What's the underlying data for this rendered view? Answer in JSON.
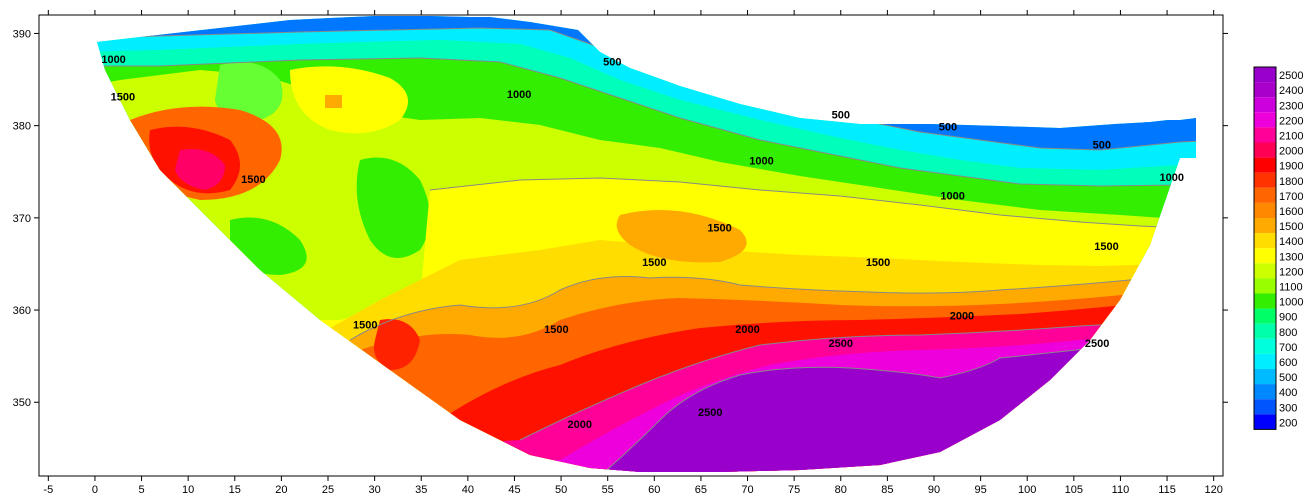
{
  "chart_data": {
    "type": "heatmap",
    "subtype": "filled-contour",
    "title": "",
    "xlabel": "",
    "ylabel": "",
    "xlim": [
      -6,
      121
    ],
    "ylim": [
      342,
      392
    ],
    "x_ticks": [
      -5,
      0,
      5,
      10,
      15,
      20,
      25,
      30,
      35,
      40,
      45,
      50,
      55,
      60,
      65,
      70,
      75,
      80,
      85,
      90,
      95,
      100,
      105,
      110,
      115,
      120
    ],
    "y_ticks": [
      350,
      360,
      370,
      380,
      390
    ],
    "grid": false,
    "legend_position": "right",
    "color_scale": [
      {
        "value": 2500,
        "color": "#9900CC"
      },
      {
        "value": 2400,
        "color": "#AA00CC"
      },
      {
        "value": 2300,
        "color": "#CC00DD"
      },
      {
        "value": 2200,
        "color": "#EE00DD"
      },
      {
        "value": 2100,
        "color": "#FF0099"
      },
      {
        "value": 2000,
        "color": "#FF0055"
      },
      {
        "value": 1900,
        "color": "#FF0000"
      },
      {
        "value": 1800,
        "color": "#FF3300"
      },
      {
        "value": 1700,
        "color": "#FF6600"
      },
      {
        "value": 1600,
        "color": "#FF8800"
      },
      {
        "value": 1500,
        "color": "#FFAA00"
      },
      {
        "value": 1400,
        "color": "#FFDD00"
      },
      {
        "value": 1300,
        "color": "#FFFF00"
      },
      {
        "value": 1200,
        "color": "#CCFF00"
      },
      {
        "value": 1100,
        "color": "#99FF00"
      },
      {
        "value": 1000,
        "color": "#33EE00"
      },
      {
        "value": 900,
        "color": "#00FF66"
      },
      {
        "value": 800,
        "color": "#00FFAA"
      },
      {
        "value": 700,
        "color": "#00FFDD"
      },
      {
        "value": 600,
        "color": "#00EEFF"
      },
      {
        "value": 500,
        "color": "#00BBFF"
      },
      {
        "value": 400,
        "color": "#0088FF"
      },
      {
        "value": 300,
        "color": "#0055FF"
      },
      {
        "value": 200,
        "color": "#0000FF"
      }
    ],
    "contour_lines": [
      {
        "value": 500,
        "label": "500"
      },
      {
        "value": 1000,
        "label": "1000"
      },
      {
        "value": 1500,
        "label": "1500"
      },
      {
        "value": 2000,
        "label": "2000"
      },
      {
        "value": 2500,
        "label": "2500"
      }
    ],
    "contour_labels": [
      {
        "text": "1000",
        "x": 2,
        "y": 386.8
      },
      {
        "text": "1500",
        "x": 3,
        "y": 382.7
      },
      {
        "text": "500",
        "x": 55.5,
        "y": 386.5
      },
      {
        "text": "1000",
        "x": 45.5,
        "y": 383
      },
      {
        "text": "500",
        "x": 80,
        "y": 380.8
      },
      {
        "text": "500",
        "x": 91.5,
        "y": 379.5
      },
      {
        "text": "500",
        "x": 108,
        "y": 377.5
      },
      {
        "text": "1000",
        "x": 71.5,
        "y": 375.8
      },
      {
        "text": "1000",
        "x": 92,
        "y": 372
      },
      {
        "text": "1000",
        "x": 115.5,
        "y": 374
      },
      {
        "text": "1500",
        "x": 17,
        "y": 373.8
      },
      {
        "text": "1500",
        "x": 67,
        "y": 368.5
      },
      {
        "text": "1500",
        "x": 60,
        "y": 364.8
      },
      {
        "text": "1500",
        "x": 84,
        "y": 364.8
      },
      {
        "text": "1500",
        "x": 108.5,
        "y": 366.5
      },
      {
        "text": "1500",
        "x": 29,
        "y": 358
      },
      {
        "text": "1500",
        "x": 49.5,
        "y": 357.5
      },
      {
        "text": "2000",
        "x": 70,
        "y": 357.5
      },
      {
        "text": "2000",
        "x": 93,
        "y": 359
      },
      {
        "text": "2000",
        "x": 52,
        "y": 347.2
      },
      {
        "text": "2500",
        "x": 80,
        "y": 356
      },
      {
        "text": "2500",
        "x": 107.5,
        "y": 356
      },
      {
        "text": "2500",
        "x": 66,
        "y": 348.5
      }
    ]
  }
}
